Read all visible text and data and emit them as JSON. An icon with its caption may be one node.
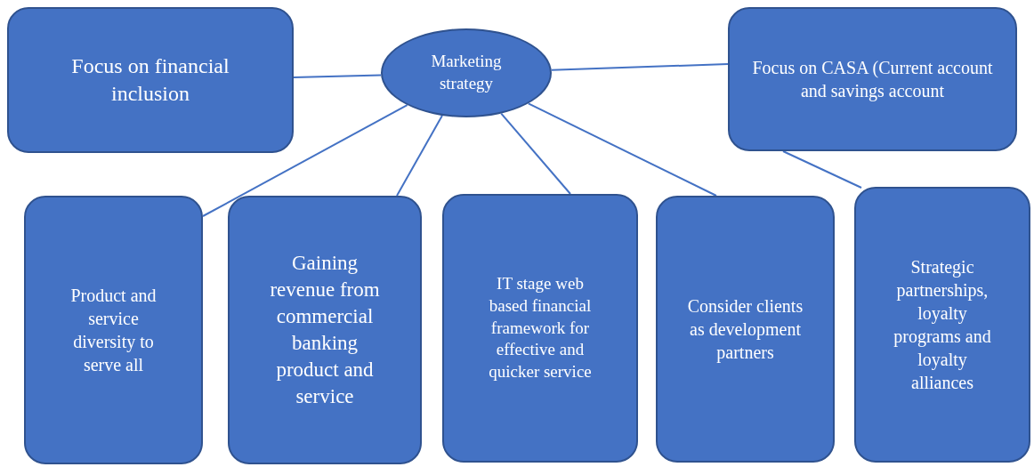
{
  "diagram": {
    "nodes": [
      {
        "text": [
          "Marketing strategy"
        ]
      },
      {
        "text": [
          "Focus on financial inclusion"
        ]
      },
      {
        "text": [
          "Focus on CASA (Current account and savings account"
        ]
      },
      {
        "text": [
          "Product and service diversity to serve all"
        ]
      },
      {
        "text": [
          "Gaining revenue from commercial banking product and service"
        ]
      },
      {
        "text": [
          "IT stage web based financial framework for effective and quicker service"
        ]
      },
      {
        "text": [
          "Consider clients as development partners"
        ]
      },
      {
        "text": [
          "Strategic partnerships, loyalty programs and loyalty alliances"
        ]
      }
    ],
    "edges": [
      {
        "from": 0,
        "to": 1,
        "arrow": "none"
      },
      {
        "from": 0,
        "to": 2,
        "arrow": "none"
      },
      {
        "from": 0,
        "to": 3,
        "arrow": "none"
      },
      {
        "from": 0,
        "to": 4,
        "arrow": "none"
      },
      {
        "from": 0,
        "to": 5,
        "arrow": "none"
      },
      {
        "from": 0,
        "to": 6,
        "arrow": "none"
      },
      {
        "from": 2,
        "to": 7,
        "arrow": "none"
      }
    ]
  }
}
